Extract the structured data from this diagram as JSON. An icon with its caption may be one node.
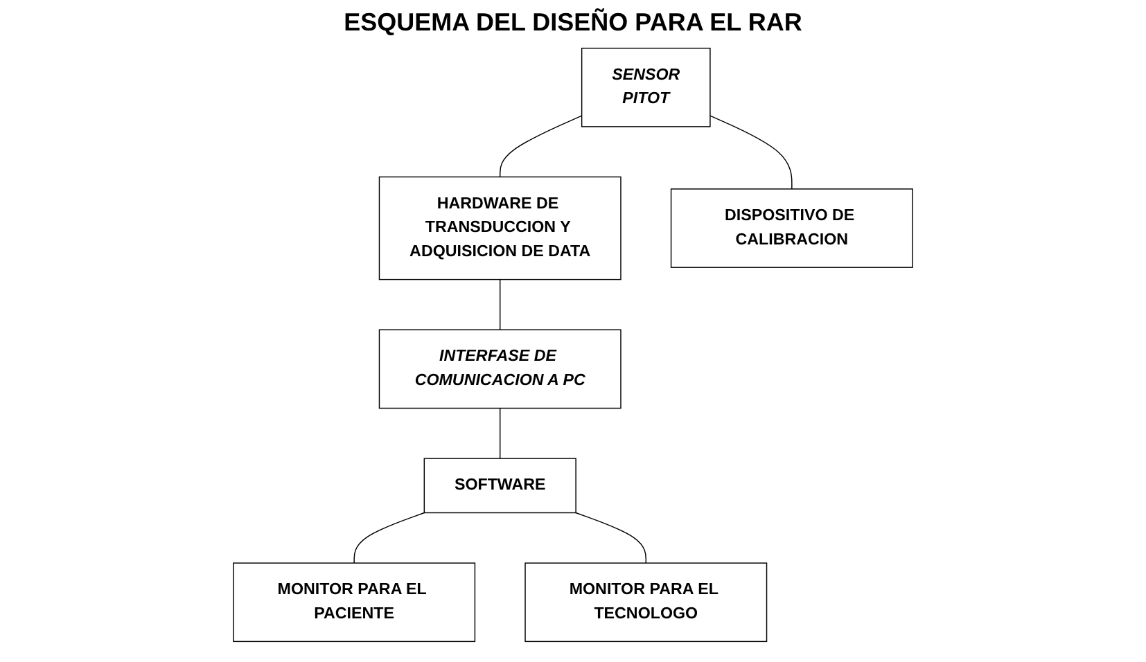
{
  "diagram": {
    "title": "ESQUEMA DEL DISEÑO PARA EL RAR",
    "nodes": [
      {
        "text": [
          "SENSOR",
          "PITOT"
        ]
      },
      {
        "text": [
          "HARDWARE DE TRANSDUCCION Y ADQUISICION DE DATA"
        ]
      },
      {
        "text": [
          "INTERFASE DE COMUNICACION A PC"
        ]
      },
      {
        "text": [
          "DISPOSITIVO DE CALIBRACION"
        ]
      },
      {
        "text": [
          "SOFTWARE"
        ]
      },
      {
        "text": [
          "MONITOR PARA EL PACIENTE"
        ]
      },
      {
        "text": [
          "MONITOR PARA EL TECNOLOGO"
        ]
      }
    ],
    "edges": [
      {
        "from": 0,
        "to": 1,
        "arrow": "none"
      },
      {
        "from": 1,
        "to": 2,
        "arrow": "none"
      },
      {
        "from": 0,
        "to": 3,
        "arrow": "none"
      },
      {
        "from": 2,
        "to": 4,
        "arrow": "none"
      },
      {
        "from": 4,
        "to": 5,
        "arrow": "none"
      },
      {
        "from": 4,
        "to": 6,
        "arrow": "none"
      }
    ]
  }
}
